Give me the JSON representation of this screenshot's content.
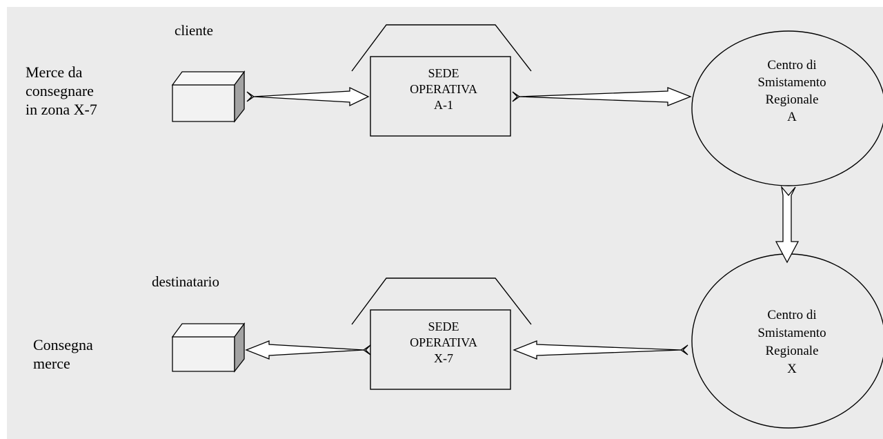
{
  "colors": {
    "background": "#ebebeb",
    "line": "#000000",
    "box_front": "#f2f2f2",
    "box_side": "#a3a3a3"
  },
  "flow": {
    "origin": {
      "note": [
        "Merce da",
        "consegnare",
        "in zona X-7"
      ],
      "role": "cliente"
    },
    "sede_a": [
      "SEDE",
      "OPERATIVA",
      "A-1"
    ],
    "centro_a": [
      "Centro di",
      "Smistamento",
      "Regionale",
      "A"
    ],
    "centro_x": [
      "Centro di",
      "Smistamento",
      "Regionale",
      "X"
    ],
    "sede_x": [
      "SEDE",
      "OPERATIVA",
      "X-7"
    ],
    "destination": {
      "note": [
        "Consegna",
        "merce"
      ],
      "role": "destinatario"
    }
  }
}
